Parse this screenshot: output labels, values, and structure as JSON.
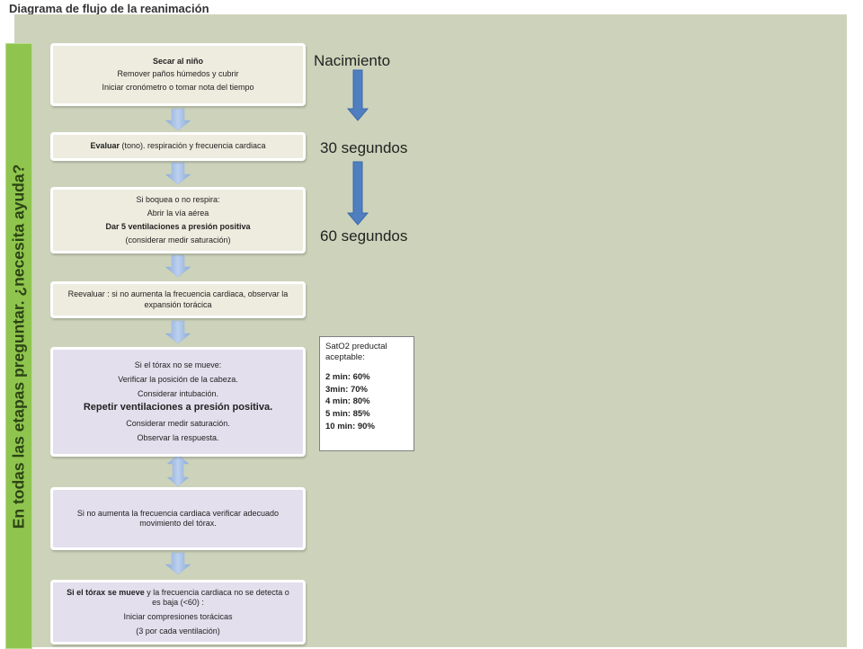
{
  "title": "Diagrama de flujo de la reanimación",
  "side_label": "En todas las etapas preguntar. ¿necesita ayuda?",
  "timeline": {
    "nacimiento": "Nacimiento",
    "t30": "30 segundos",
    "t60": "60 segundos"
  },
  "steps": {
    "s1": {
      "title": "Secar al niño",
      "line2": "Remover paños húmedos y cubrir",
      "line3": "Iniciar cronómetro o tomar nota del tiempo"
    },
    "s2": {
      "bold": "Evaluar",
      "rest": " (tono). respiración y frecuencia cardiaca"
    },
    "s3": {
      "line1": "Si boquea o no respira:",
      "line2": "Abrir la vía aérea",
      "line3": "Dar 5 ventilaciones  a presión positiva",
      "line4": "(considerar medir saturación)"
    },
    "s4": {
      "line1": "Reevaluar : si no aumenta la frecuencia cardiaca, observar la",
      "line2": "expansión torácica"
    },
    "s5": {
      "line1": "Si el tórax no se mueve:",
      "line2": "Verificar la posición de la cabeza.",
      "line3": "Considerar intubación.",
      "line4": "Repetir  ventilaciones a presión positiva.",
      "line5": "Considerar  medir saturación.",
      "line6": "Observar la respuesta."
    },
    "s6": {
      "line1": "Si no aumenta la frecuencia cardiaca verificar  adecuado",
      "line2": "movimiento del tórax."
    },
    "s7": {
      "bold": "Si el tórax se mueve",
      "rest": " y la frecuencia cardiaca no se detecta o",
      "line2": "es baja (<60) :",
      "line3": "Iniciar compresiones torácicas",
      "line4": "(3 por cada ventilación)"
    }
  },
  "sat_legend": {
    "title_line1": "SatO2 preductal",
    "title_line2": "aceptable:",
    "rows": [
      "2 min: 60%",
      "3min: 70%",
      "4 min: 80%",
      "5 min: 85%",
      "10 min: 90%"
    ]
  },
  "colors": {
    "panel": "#ccd3ba",
    "side_bar": "#8fc54e",
    "box_beige": "#eeecdf",
    "box_lavender": "#e4dfed",
    "flow_arrow": "#9bb7e0",
    "time_arrow": "#4f7ec1"
  }
}
